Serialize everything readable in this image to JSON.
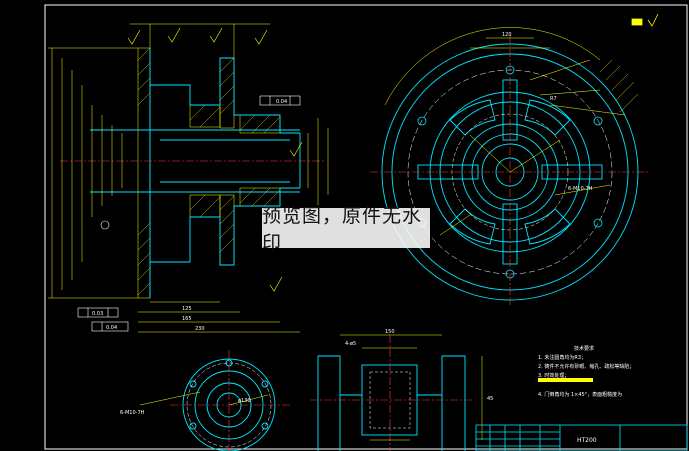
{
  "watermark": "预览图，原件无水印",
  "title_block": {
    "material": "HT200"
  },
  "tech_requirements": {
    "title": "技术要求",
    "items": [
      "1. 未注圆角均为R3；",
      "2. 铸件不允许有砂眼、缩孔、疏松等缺陷；",
      "3. 时效处理；",
      "4. 门倒角均为 1×45°，表面粗糙度为"
    ]
  },
  "callouts": {
    "hole_main": "6-M10-7H",
    "hole_bottom": "6-M10-7H",
    "radius": "R7"
  },
  "dims": {
    "d1": "125",
    "d2": "165",
    "d3": "230",
    "d4": "150",
    "d5": "120",
    "d6": "ø130",
    "d7": "4-ø5",
    "d8": "45",
    "tol1": "0.04",
    "tol2": "0.03",
    "tol3": "0.04"
  },
  "colors": {
    "background": "#000000",
    "frame": "#ffffff",
    "outline": "#00e5ff",
    "dimension": "#ffff00",
    "hatch": "#ffff00",
    "centerline": "#ff3b3b",
    "thin": "#ffffff"
  }
}
